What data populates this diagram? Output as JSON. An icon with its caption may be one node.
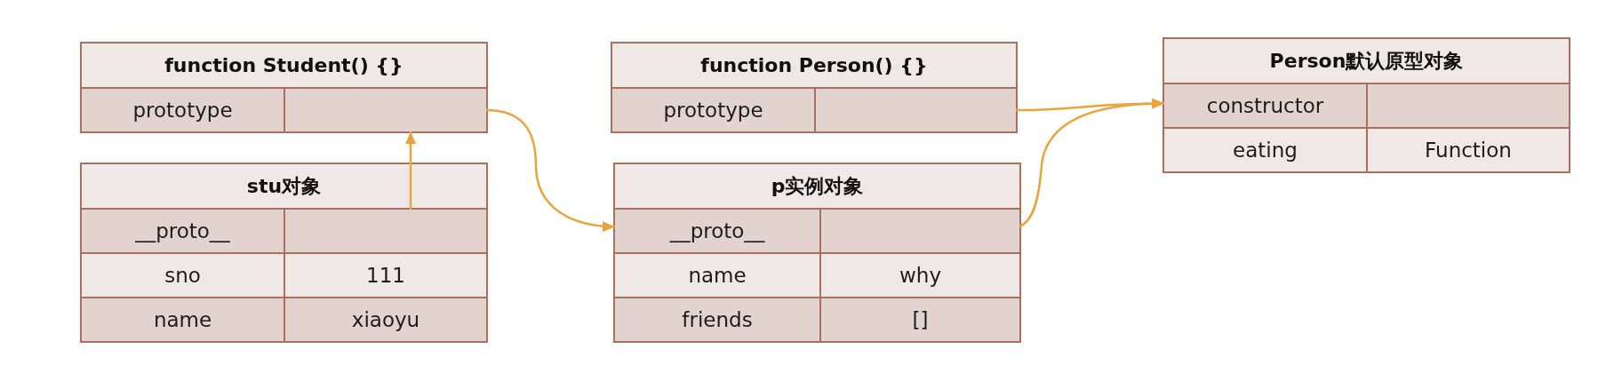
{
  "diagram": {
    "nodes": [
      {
        "text": [
          "function Student() {}"
        ]
      },
      {
        "text": [
          "prototype"
        ],
        "in": 0
      },
      {
        "text": [],
        "shape": "box",
        "in": 0
      },
      {
        "text": [
          "function Person() {}"
        ]
      },
      {
        "text": [
          "prototype"
        ],
        "in": 3
      },
      {
        "text": [],
        "shape": "box",
        "in": 3
      },
      {
        "text": [
          "Person默认原型对象"
        ]
      },
      {
        "text": [
          "constructor"
        ],
        "in": 6
      },
      {
        "text": [],
        "shape": "box",
        "in": 6
      },
      {
        "text": [
          "eating"
        ],
        "in": 6
      },
      {
        "text": [
          "Function"
        ],
        "in": 6
      },
      {
        "text": [
          "stu对象"
        ]
      },
      {
        "text": [
          "__proto__"
        ],
        "in": 11
      },
      {
        "text": [],
        "shape": "box",
        "in": 11
      },
      {
        "text": [
          "sno"
        ],
        "in": 11
      },
      {
        "text": [
          "111"
        ],
        "in": 11
      },
      {
        "text": [
          "name"
        ],
        "in": 11
      },
      {
        "text": [
          "xiaoyu"
        ],
        "in": 11
      },
      {
        "text": [
          "p实例对象"
        ]
      },
      {
        "text": [
          "__proto__"
        ],
        "in": 18
      },
      {
        "text": [],
        "shape": "box",
        "in": 18
      },
      {
        "text": [
          "name"
        ],
        "in": 18
      },
      {
        "text": [
          "why"
        ],
        "in": 18
      },
      {
        "text": [
          "friends"
        ],
        "in": 18
      },
      {
        "text": [
          "[]"
        ],
        "in": 18
      }
    ],
    "edges": [
      {
        "from": 13,
        "to": 2,
        "arrow": "to"
      },
      {
        "from": 2,
        "to": 19,
        "arrow": "to"
      },
      {
        "from": 5,
        "to": 7,
        "arrow": "to"
      },
      {
        "from": 20,
        "to": 7,
        "arrow": "to"
      }
    ]
  }
}
